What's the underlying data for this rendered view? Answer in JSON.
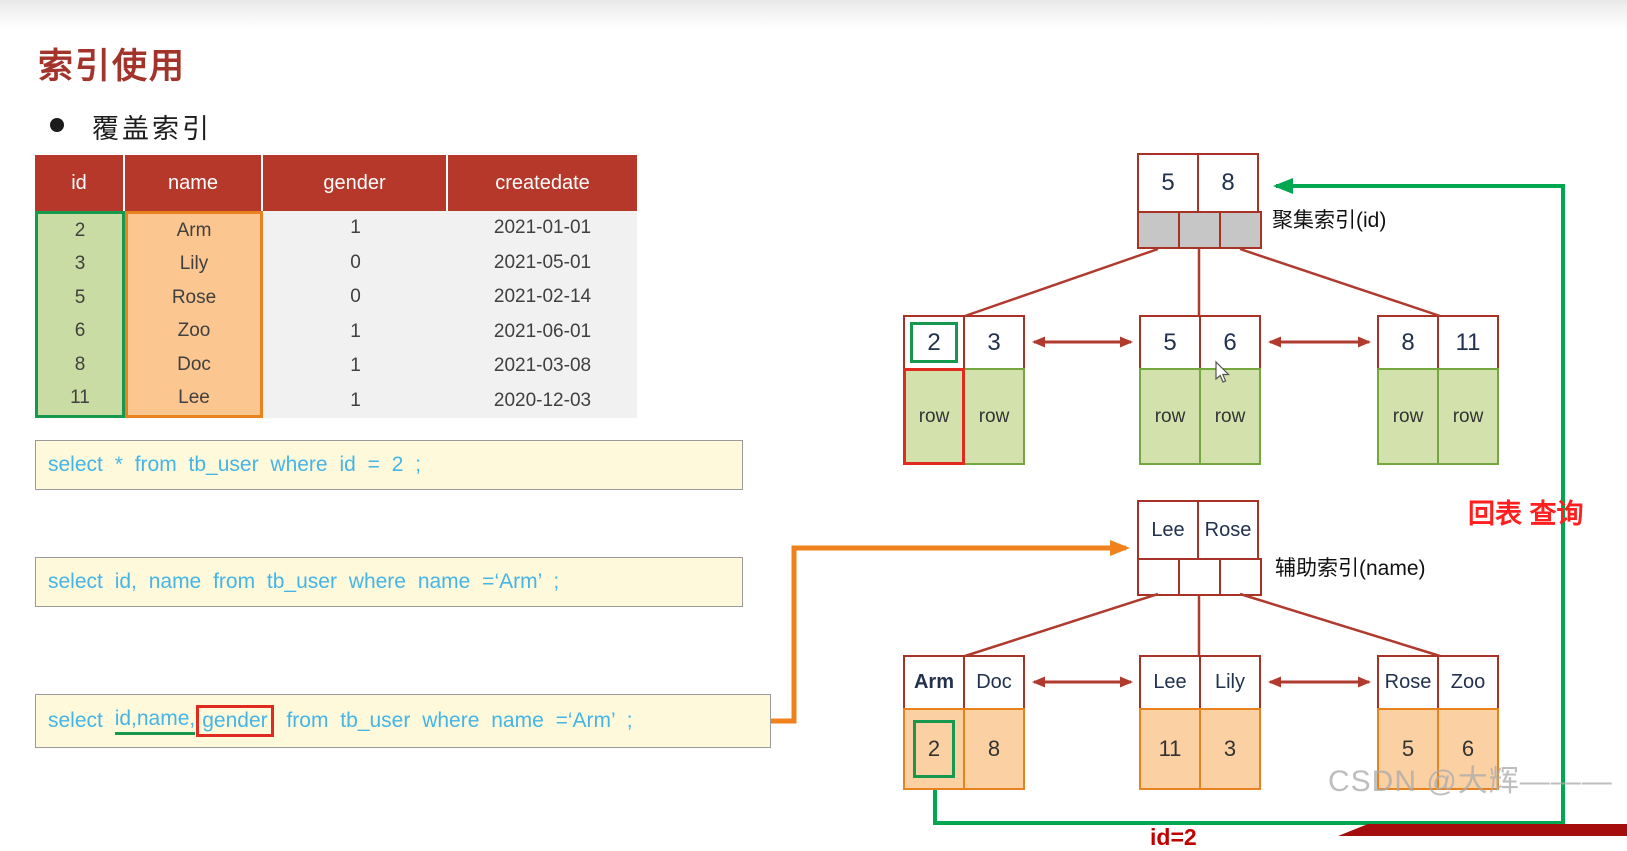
{
  "page": {
    "title": "索引使用",
    "bullet": "覆盖索引"
  },
  "table": {
    "headers": [
      "id",
      "name",
      "gender",
      "createdate"
    ],
    "rows": [
      [
        "2",
        "Arm",
        "1",
        "2021-01-01"
      ],
      [
        "3",
        "Lily",
        "0",
        "2021-05-01"
      ],
      [
        "5",
        "Rose",
        "0",
        "2021-02-14"
      ],
      [
        "6",
        "Zoo",
        "1",
        "2021-06-01"
      ],
      [
        "8",
        "Doc",
        "1",
        "2021-03-08"
      ],
      [
        "11",
        "Lee",
        "1",
        "2020-12-03"
      ]
    ]
  },
  "queries": {
    "q1": "select * from tb_user where id = 2 ;",
    "q2": "select id, name from tb_user where name =‘Arm’ ;",
    "q3_pre": "select ",
    "q3_underlined": "id,name,",
    "q3_boxed": "gender",
    "q3_post": " from tb_user where name =‘Arm’ ;"
  },
  "clustered_index": {
    "label": "聚集索引(id)",
    "root_keys": [
      "5",
      "8"
    ],
    "leaves": [
      {
        "keys": [
          "2",
          "3"
        ],
        "values": [
          "row",
          "row"
        ]
      },
      {
        "keys": [
          "5",
          "6"
        ],
        "values": [
          "row",
          "row"
        ]
      },
      {
        "keys": [
          "8",
          "11"
        ],
        "values": [
          "row",
          "row"
        ]
      }
    ]
  },
  "secondary_index": {
    "label": "辅助索引(name)",
    "root_keys": [
      "Lee",
      "Rose"
    ],
    "leaves": [
      {
        "keys": [
          "Arm",
          "Doc"
        ],
        "values": [
          "2",
          "8"
        ]
      },
      {
        "keys": [
          "Lee",
          "Lily"
        ],
        "values": [
          "11",
          "3"
        ]
      },
      {
        "keys": [
          "Rose",
          "Zoo"
        ],
        "values": [
          "5",
          "6"
        ]
      }
    ]
  },
  "annotations": {
    "back_to_table": "回表 查询",
    "id_equals": "id=2",
    "watermark": "CSDN @大辉———"
  },
  "colors": {
    "title_red": "#A3342B",
    "table_header_red": "#B5382B",
    "id_column_green_bg": "#C9DCA4",
    "id_column_green_border": "#17984F",
    "name_column_orange_bg": "#FBC68F",
    "name_column_orange_border": "#E8821E",
    "sql_box_bg": "#FEF9DB",
    "sql_text_blue": "#45B5E8",
    "diagram_red": "#B03A2E",
    "leaf_green_bg": "#D3E1AC",
    "leaf_orange_bg": "#FBD0A2",
    "green_connector": "#00A650",
    "orange_connector": "#F0821E",
    "highlight_red": "#E02B20",
    "back_table_text_red": "#FF1F1F",
    "banner_dark_red": "#A50D0D"
  }
}
